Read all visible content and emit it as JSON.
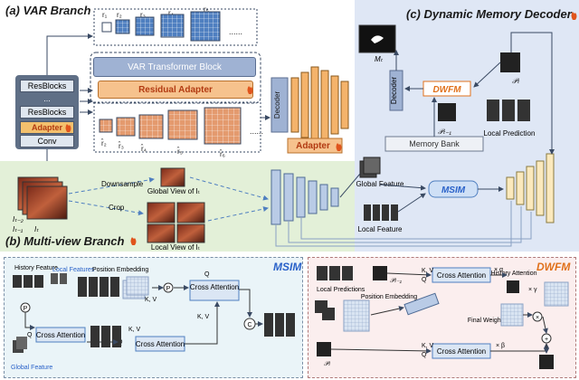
{
  "panels": {
    "var_branch": "(a) VAR Branch",
    "multi_view_branch": "(b) Multi-view Branch",
    "dynamic_memory_decoder": "(c) Dynamic Memory Decoder",
    "msim": "MSIM",
    "dwfm": "DWFM"
  },
  "var_stack": {
    "resblocks_top": "ResBlocks",
    "ellipsis": "...",
    "resblocks_bottom": "ResBlocks",
    "adapter": "Adapter",
    "conv": "Conv"
  },
  "var_blocks": {
    "transformer": "VAR Transformer Block",
    "residual_adapter": "Residual Adapter"
  },
  "scales_top": [
    "r₁",
    "r₂",
    "r₃",
    "r₄",
    "r₅"
  ],
  "scales_bottom": [
    "r̂₂",
    "r̂₃",
    "r̂₄",
    "r̂₅",
    "r̂₆"
  ],
  "ellipsis": "......",
  "multiview": {
    "frames": [
      "Iₜ₋₂",
      "Iₜ₋₁",
      "Iₜ"
    ],
    "downsample": "Downsample",
    "crop": "Crop",
    "global_view": "Global View of Iₜ",
    "local_view": "Local View of Iₜ"
  },
  "decoder": {
    "decoder_label": "Decoder",
    "adapter_label": "Adapter",
    "memory_bank": "Memory Bank",
    "global_feature": "Global Feature",
    "local_feature": "Local Feature",
    "msim_label": "MSIM",
    "dwfm_label": "DWFM",
    "mask_label": "Mₜ",
    "p_t": "𝒫ₜ",
    "p_t_minus_1": "𝒫ₜ₋₁",
    "local_prediction": "Local Prediction"
  },
  "msim_detail": {
    "history_feature": "History Feature",
    "local_features": "Local Features",
    "global_feature": "Global Feature",
    "position_embedding": "Position Embedding",
    "cross_attention": "Cross Attention",
    "q": "Q",
    "kv": "K, V",
    "p_symbol": "P",
    "c_symbol": "C"
  },
  "dwfm_detail": {
    "local_predictions": "Local Predictions",
    "p_t_minus_1": "𝒫ₜ₋₁",
    "p_t": "𝒫ₜ",
    "position_embedding": "Position Embedding",
    "cross_attention": "Cross Attention",
    "history_attention": "History Attention",
    "final_weights": "Final Weights",
    "q": "Q",
    "kv": "K, V",
    "alpha": "× α",
    "beta": "× β",
    "gamma": "× γ"
  },
  "colors": {
    "var_bg": "#ffffff",
    "multiview_bg": "#e3f0d8",
    "decoder_bg": "#dfe7f5",
    "msim_bg": "#eaf4f8",
    "dwfm_bg": "#fbeeee",
    "adapter_orange": "#f0a44b",
    "token_blue": "#4f7fc0",
    "token_orange": "#e49a6e",
    "decoder_orange": "#f4b36b",
    "decoder_blue": "#b9cbe6",
    "decoder_cream": "#fbe9bd",
    "msim_title_blue": "#2a62c9",
    "dwfm_title_orange": "#e0711c"
  },
  "icons": [
    "flame-icon",
    "mask-icon"
  ]
}
